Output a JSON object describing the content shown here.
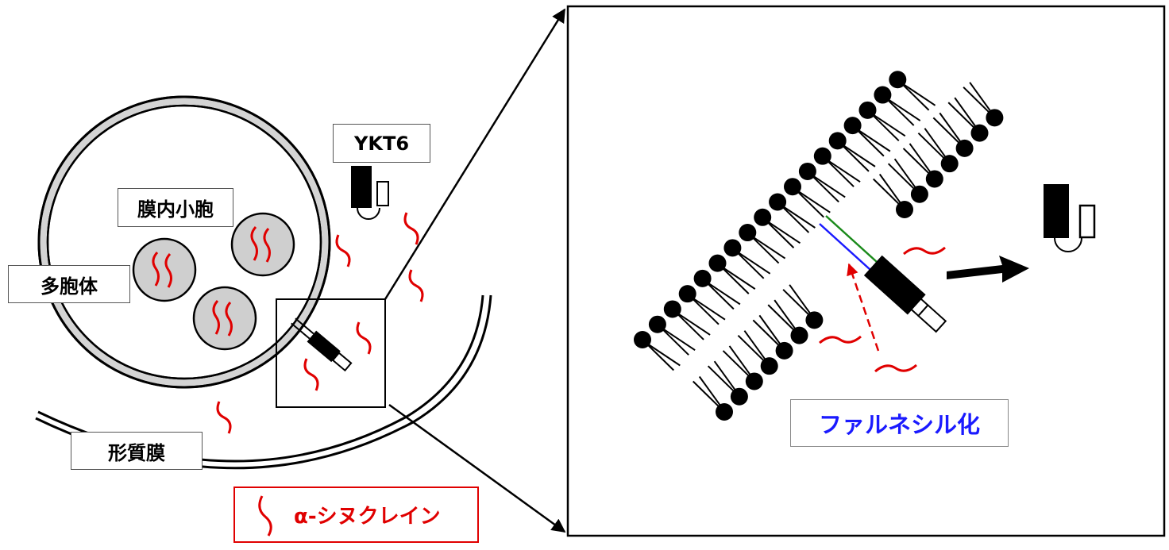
{
  "labels": {
    "multivesicular_body": "多胞体",
    "intraluminal_vesicles": "膜内小胞",
    "plasma_membrane": "形質膜",
    "ykt6": "YKT6",
    "farnesylation": "ファルネシル化"
  },
  "legend": {
    "alpha_synuclein": "α-シヌクレイン"
  },
  "colors": {
    "alpha_synuclein": "#e00000",
    "farnesylation_text": "#1a1aff",
    "anchor_blue": "#1a1aff",
    "anchor_green": "#1a8a1a",
    "membrane_fill": "#d0d0d0"
  }
}
